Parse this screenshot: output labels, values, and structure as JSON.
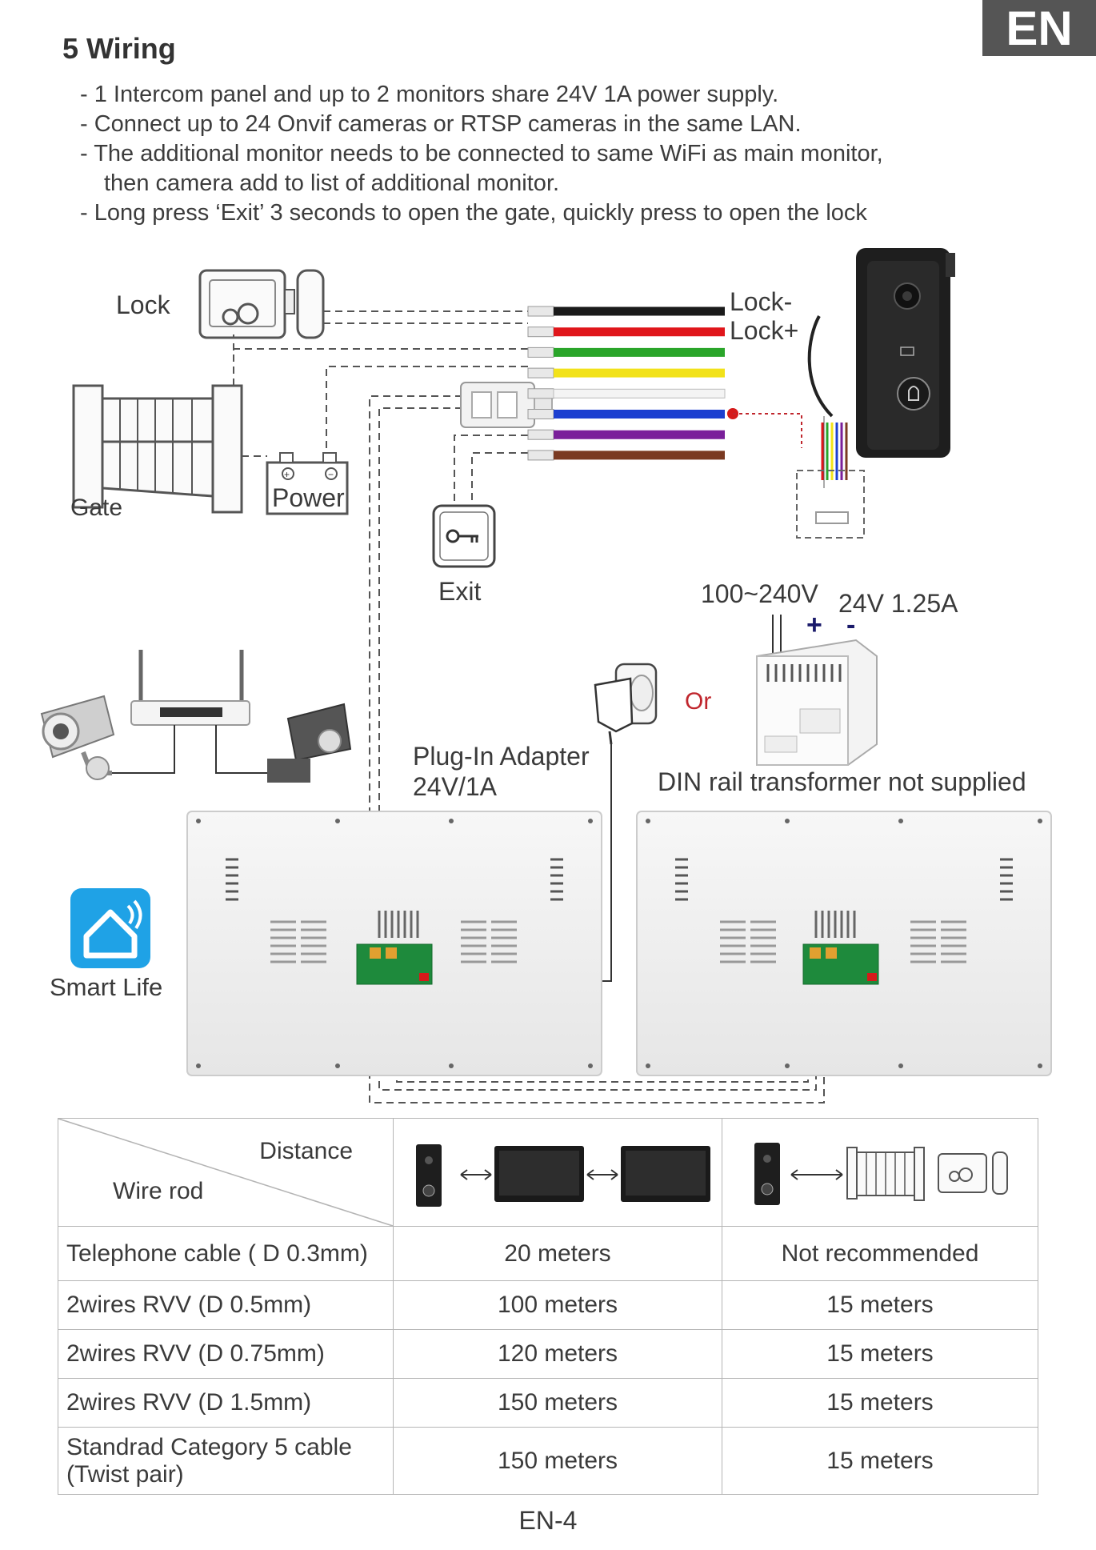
{
  "page": {
    "lang_tag": "EN",
    "section_title": "5  Wiring",
    "bullets": [
      "- 1 Intercom panel and up to 2 monitors share 24V 1A power supply.",
      "- Connect up to 24 Onvif cameras or RTSP cameras in the same LAN.",
      "- The additional monitor needs to be connected to same WiFi as main monitor,",
      "then camera add to list of additional monitor.",
      "-  Long press ‘Exit’ 3 seconds to open the gate, quickly press to open the lock"
    ],
    "footer": "EN-4"
  },
  "diagram": {
    "labels": {
      "lock": "Lock",
      "gate": "Gate",
      "power": "Power",
      "lock_minus": "Lock-",
      "lock_plus": "Lock+",
      "exit": "Exit",
      "voltage_in": "100~240V",
      "voltage_out": "24V 1.25A",
      "plus_sign": "+",
      "minus_sign": "-",
      "or": "Or",
      "adapter_line1": "Plug-In Adapter",
      "adapter_line2": "24V/1A",
      "din_rail": "DIN rail transformer not supplied",
      "smart_life": "Smart Life"
    },
    "wire_colors": [
      "#1a1a1a",
      "#e0161b",
      "#2aa52a",
      "#f2e21a",
      "#f4f4f4",
      "#1c3fd0",
      "#7a1f9a",
      "#7a3a22"
    ],
    "accent_colors": {
      "or_text": "#c0262d",
      "app_icon": "#1fa2e6",
      "pcb": "#1e8a3c"
    }
  },
  "table": {
    "header": {
      "distance": "Distance",
      "wire_rod": "Wire rod"
    },
    "rows": [
      {
        "wire": "Telephone cable ( D 0.3mm)",
        "monitor_to_monitor": "20 meters",
        "panel_to_lock": "Not recommended"
      },
      {
        "wire": "2wires RVV (D 0.5mm)",
        "monitor_to_monitor": "100 meters",
        "panel_to_lock": "15 meters"
      },
      {
        "wire": "2wires RVV (D 0.75mm)",
        "monitor_to_monitor": "120 meters",
        "panel_to_lock": "15 meters"
      },
      {
        "wire": "2wires RVV (D 1.5mm)",
        "monitor_to_monitor": "150 meters",
        "panel_to_lock": "15 meters"
      },
      {
        "wire": "Standrad Category 5 cable",
        "wire_line2": "(Twist pair)",
        "monitor_to_monitor": "150 meters",
        "panel_to_lock": "15 meters"
      }
    ]
  }
}
